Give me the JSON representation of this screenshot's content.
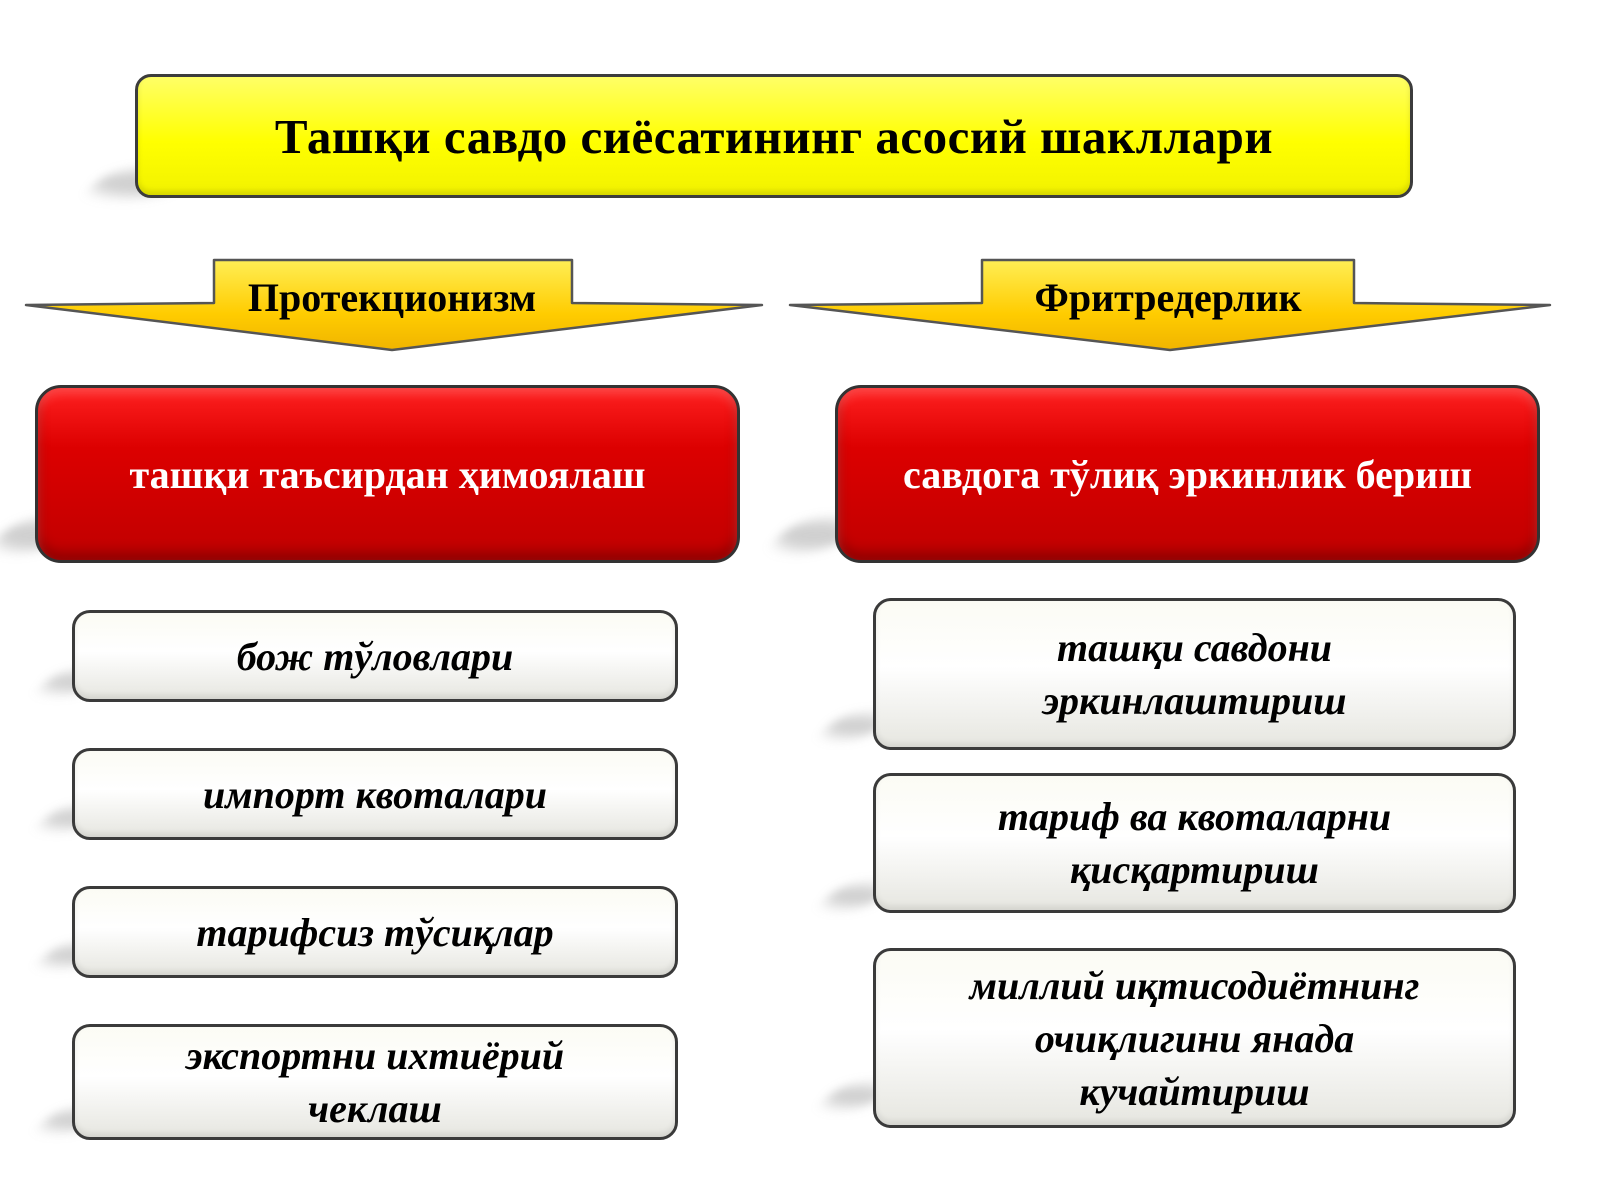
{
  "title": "Ташқи савдо сиёсатининг асосий шакллари",
  "columns": [
    {
      "header": "Протекционизм",
      "main": "ташқи таъсирдан ҳимоялаш",
      "items": [
        "бож тўловлари",
        "импорт квоталари",
        "тарифсиз тўсиқлар",
        "экспортни ихтиёрий\nчеклаш"
      ]
    },
    {
      "header": "Фритредерлик",
      "main": "савдога тўлиқ эркинлик бериш",
      "items": [
        "ташқи савдони\nэркинлаштириш",
        "тариф ва квоталарни\nқисқартириш",
        "миллий иқтисодиётнинг\nочиқлигини янада\nкучайтириш"
      ]
    }
  ],
  "colors": {
    "title_fill": "#ffff00",
    "arrow_fill": "#ffcc00",
    "main_fill": "#cc0000",
    "item_fill": "#f5f5ee"
  }
}
